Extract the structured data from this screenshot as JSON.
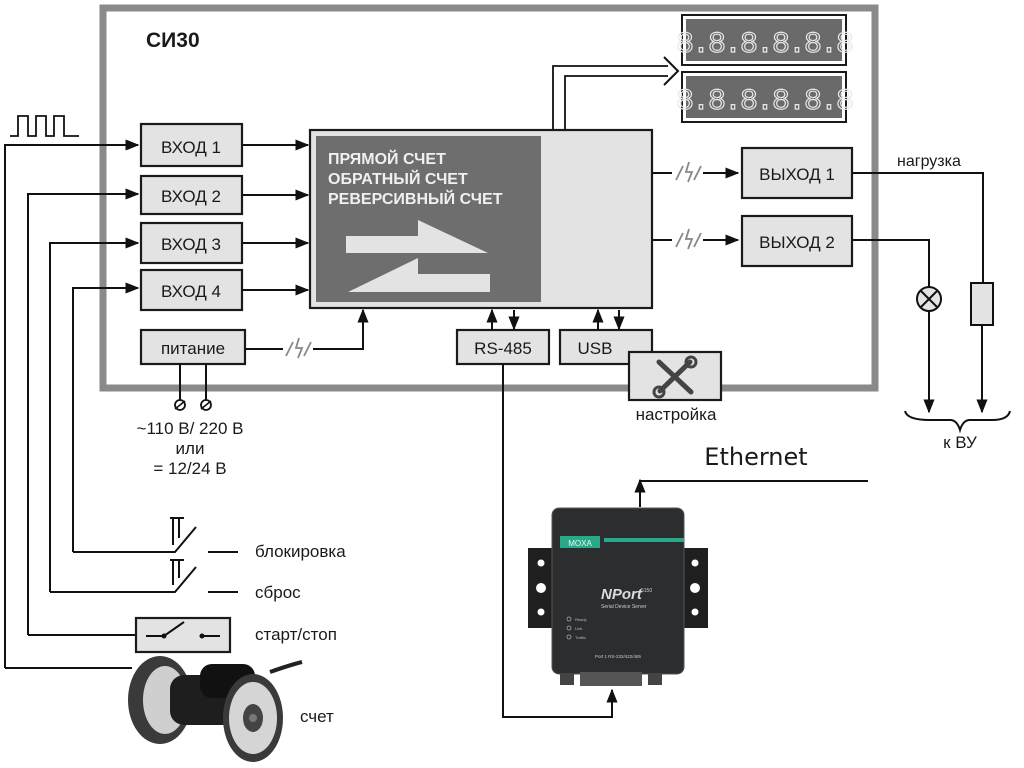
{
  "device": {
    "title": "СИ30",
    "inputs": [
      "ВХОД 1",
      "ВХОД 2",
      "ВХОД 3",
      "ВХОД 4"
    ],
    "power": "питание",
    "counter_modes": [
      "ПРЯМОЙ СЧЕТ",
      "ОБРАТНЫЙ СЧЕТ",
      "РЕВЕРСИВНЫЙ СЧЕТ"
    ],
    "displays": [
      "8.8.8.8.8.8",
      "8.8.8.8.8.8"
    ],
    "outputs": [
      "ВЫХОД 1",
      "ВЫХОД 2"
    ],
    "interfaces": {
      "rs485": "RS-485",
      "usb": "USB"
    }
  },
  "setup": {
    "label": "настройка",
    "icon": "wrench-screwdriver-icon"
  },
  "power_supply": {
    "line1": "~110 В/ 220 В",
    "line2": "или",
    "line3": "= 12/24 В"
  },
  "load": {
    "label": "нагрузка",
    "target": "к ВУ"
  },
  "network": {
    "label": "Ethernet"
  },
  "gateway": {
    "brand": "MOXA",
    "model": "NPort",
    "model_suffix": "5150",
    "subtitle": "Serial Device Server",
    "leds": [
      "Ready",
      "Link",
      "Traffic"
    ],
    "port_label": "Port 1  RS-232/422/485"
  },
  "external_controls": {
    "block": "блокировка",
    "reset": "сброс",
    "start_stop": "старт/стоп",
    "count": "счет"
  },
  "colors": {
    "frame": "#8a8a8a",
    "box_fill": "#e3e3e3",
    "mode_panel": "#6e6e6e",
    "display_bg": "#6a6a6a",
    "moxa_teal": "#2aa88a",
    "device_body": "#2b2d2f"
  }
}
